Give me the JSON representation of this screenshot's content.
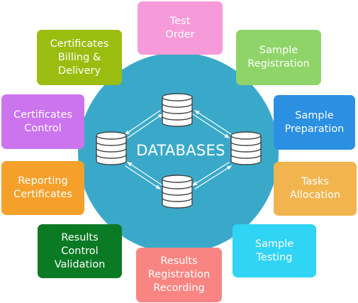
{
  "center_label": "DATABASES",
  "colors": {
    "circle": "#3aa9c9",
    "db_fill": "#ffffff",
    "db_stroke": "#444444",
    "arrow": "#ffffff"
  },
  "steps": [
    {
      "id": "test-order",
      "label": "Test\nOrder",
      "color": "#f79ad9",
      "text_color": "#ffffff"
    },
    {
      "id": "sample-registration",
      "label": "Sample\nRegistration",
      "color": "#8fd468",
      "text_color": "#ffffff"
    },
    {
      "id": "sample-preparation",
      "label": "Sample\nPreparation",
      "color": "#2b8fe2",
      "text_color": "#ffffff"
    },
    {
      "id": "tasks-allocation",
      "label": "Tasks\nAllocation",
      "color": "#f2b44e",
      "text_color": "#ffffff"
    },
    {
      "id": "sample-testing",
      "label": "Sample\nTesting",
      "color": "#30d4f5",
      "text_color": "#ffffff"
    },
    {
      "id": "results-registration-recording",
      "label": "Results\nRegistration\nRecording",
      "color": "#f88582",
      "text_color": "#ffffff"
    },
    {
      "id": "results-control-validation",
      "label": "Results\nControl\nValidation",
      "color": "#0b7a25",
      "text_color": "#ffffff"
    },
    {
      "id": "reporting-certificates",
      "label": "Reporting\nCertificates",
      "color": "#f4a02a",
      "text_color": "#ffffff"
    },
    {
      "id": "certificates-control",
      "label": "Certificates\nControl",
      "color": "#cb74ee",
      "text_color": "#ffffff"
    },
    {
      "id": "certificates-billing-delivery",
      "label": "Certificates\nBilling &\nDelivery",
      "color": "#9bbd0f",
      "text_color": "#ffffff"
    }
  ]
}
